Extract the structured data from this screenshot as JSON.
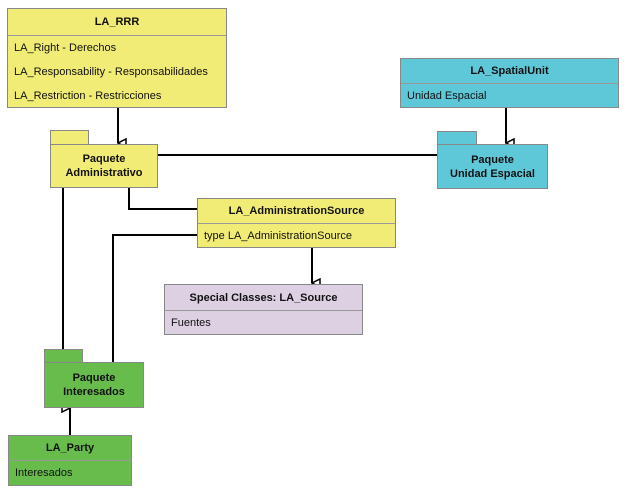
{
  "classes": {
    "rrr": {
      "title": "LA_RRR",
      "rows": [
        "LA_Right - Derechos",
        "LA_Responsability - Responsabilidades",
        "LA_Restriction - Restricciones"
      ]
    },
    "spatial_unit": {
      "title": "LA_SpatialUnit",
      "rows": [
        "Unidad Espacial"
      ]
    },
    "admin_source": {
      "title": "LA_AdministrationSource",
      "rows": [
        "type LA_AdministrationSource"
      ]
    },
    "source": {
      "title": "Special Classes: LA_Source",
      "rows": [
        "Fuentes"
      ]
    },
    "party": {
      "title": "LA_Party",
      "rows": [
        "Interesados"
      ]
    }
  },
  "packages": {
    "administrativo": {
      "line1": "Paquete",
      "line2": "Administrativo"
    },
    "unidad_espacial": {
      "line1": "Paquete",
      "line2": "Unidad Espacial"
    },
    "interesados": {
      "line1": "Paquete",
      "line2": "Interesados"
    }
  },
  "colors": {
    "yellow": "#f1ec75",
    "cyan": "#5fc8d8",
    "lavender": "#ddd0e3",
    "green": "#68bc4b"
  }
}
